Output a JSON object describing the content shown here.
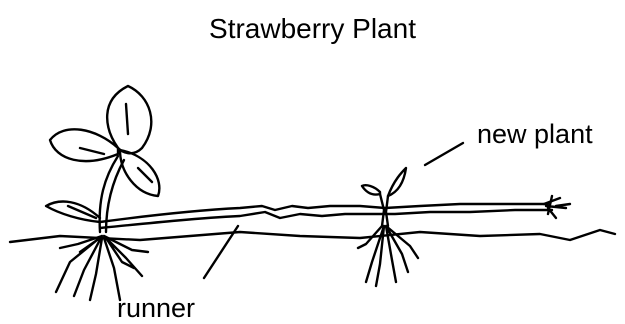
{
  "title": "Strawberry Plant",
  "labels": {
    "new_plant": "new plant",
    "runner": "runner"
  },
  "colors": {
    "ink": "#000000",
    "background": "#ffffff"
  }
}
